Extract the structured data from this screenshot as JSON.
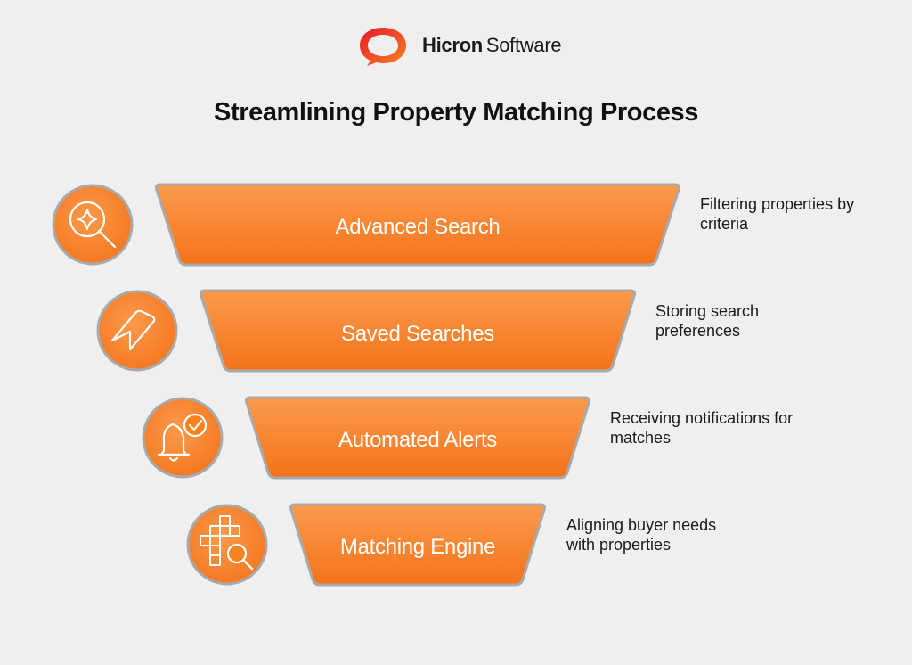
{
  "brand": {
    "name_bold": "Hicron",
    "name_light": "Software",
    "accent_color": "#f47a18",
    "logo_gradient": [
      "#e8192c",
      "#f58220"
    ]
  },
  "title": "Streamlining Property Matching Process",
  "steps": [
    {
      "label": "Advanced Search",
      "description": "Filtering properties by criteria",
      "icon": "search-sparkle-icon"
    },
    {
      "label": "Saved Searches",
      "description": "Storing search preferences",
      "icon": "bookmark-icon"
    },
    {
      "label": "Automated Alerts",
      "description": "Receiving notifications for matches",
      "icon": "bell-check-icon"
    },
    {
      "label": "Matching Engine",
      "description": "Aligning buyer needs with properties",
      "icon": "puzzle-search-icon"
    }
  ],
  "colors": {
    "background": "#efefef",
    "funnel_fill_light": "#fb9a4c",
    "funnel_fill_dark": "#f4731a",
    "outline": "#a9a9a9",
    "text_on_orange": "#ffffff"
  }
}
